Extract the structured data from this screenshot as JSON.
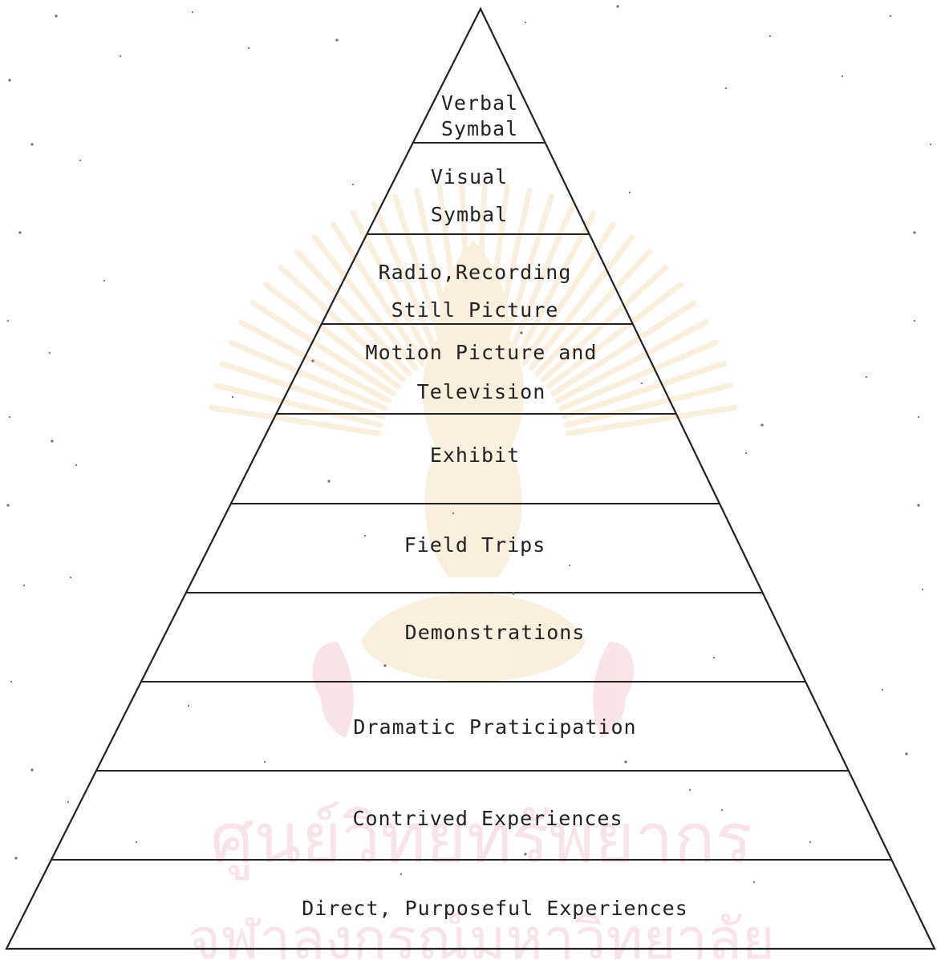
{
  "pyramid": {
    "levels": [
      {
        "lines": [
          "Verbal",
          "Symbal"
        ]
      },
      {
        "lines": [
          "Visual",
          "Symbal"
        ]
      },
      {
        "lines": [
          "Radio,Recording",
          "Still Picture"
        ]
      },
      {
        "lines": [
          "Motion Picture and",
          "Television"
        ]
      },
      {
        "lines": [
          "Exhibit"
        ]
      },
      {
        "lines": [
          "Field Trips"
        ]
      },
      {
        "lines": [
          "Demonstrations"
        ]
      },
      {
        "lines": [
          "Dramatic Praticipation"
        ]
      },
      {
        "lines": [
          "Contrived Experiences"
        ]
      },
      {
        "lines": [
          "Direct, Purposeful Experiences"
        ]
      }
    ]
  },
  "watermark": {
    "lines": [
      "ศูนย์วิทยทรัพยากร",
      "จุฬาลงกรณ์มหาวิทยาลัย"
    ],
    "color": "#e3a335",
    "text_color": "#d95a6a"
  }
}
